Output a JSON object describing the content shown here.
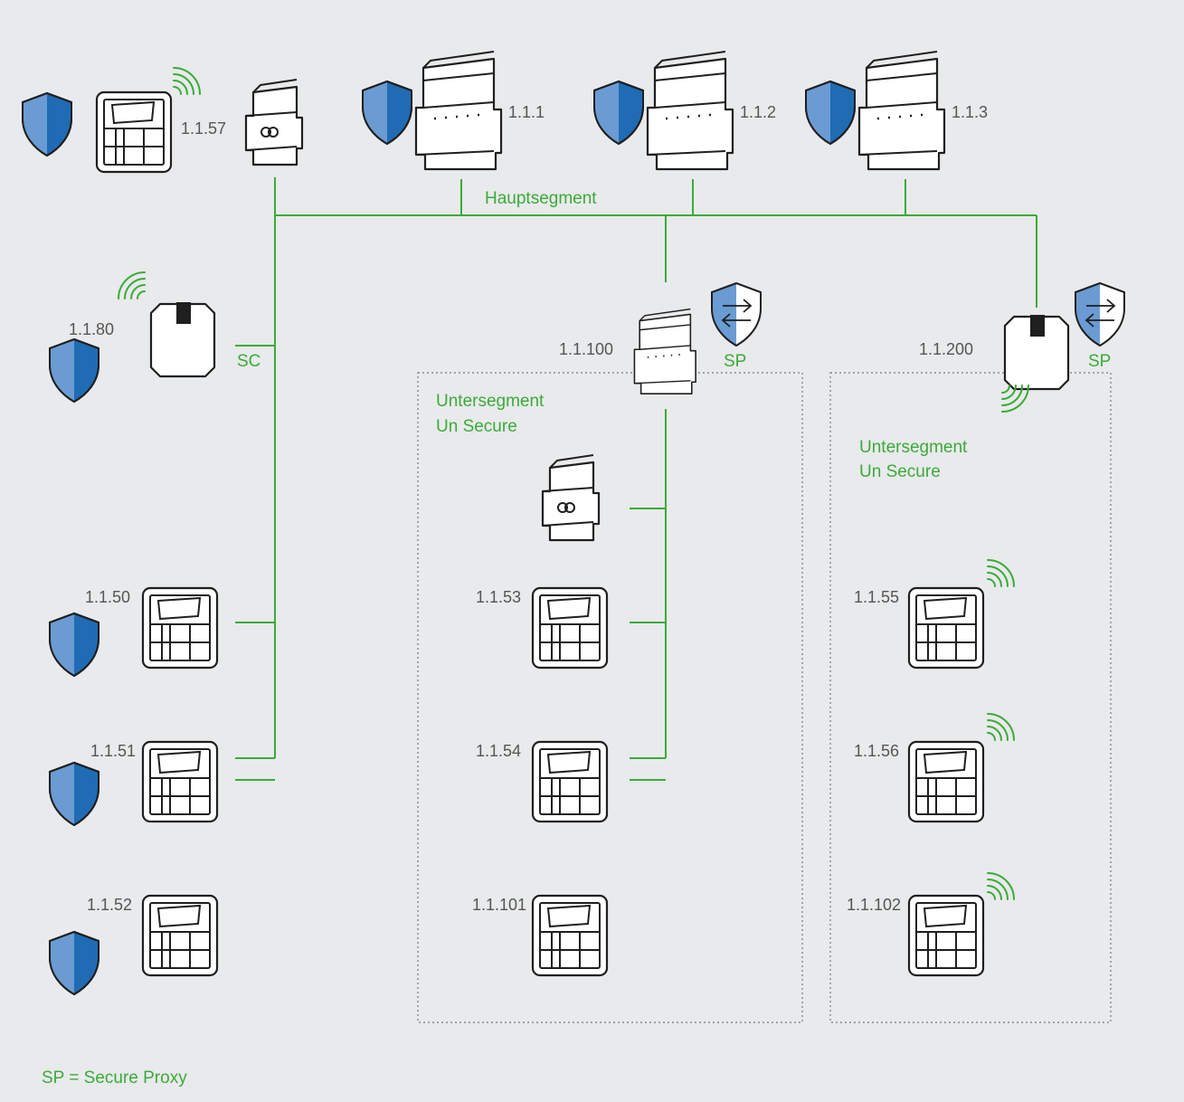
{
  "diagram": {
    "title": "",
    "main_segment_label": "Hauptsegment",
    "sc_label": "SC",
    "subsegment_1": {
      "line1": "Untersegment",
      "line2": "Un Secure"
    },
    "subsegment_2": {
      "line1": "Untersegment",
      "line2": "Un Secure"
    },
    "sp_label_1": "SP",
    "sp_label_2": "SP",
    "legend": "SP = Secure Proxy",
    "devices": {
      "d1157": "1.1.57",
      "d111": "1.1.1",
      "d112": "1.1.2",
      "d113": "1.1.3",
      "d1180": "1.1.80",
      "d11100": "1.1.100",
      "d11200": "1.1.200",
      "d1150": "1.1.50",
      "d1151": "1.1.51",
      "d1152": "1.1.52",
      "d1153": "1.1.53",
      "d1154": "1.1.54",
      "d11101": "1.1.101",
      "d1155": "1.1.55",
      "d1156": "1.1.56",
      "d11102": "1.1.102"
    },
    "colors": {
      "background": "#e9eaeb",
      "bus": "#3aab3a",
      "shield_light": "#6a9bd3",
      "shield_dark": "#1f6cb4"
    },
    "icons": [
      "shield-icon",
      "proxy-shield-icon",
      "wireless-icon",
      "din-rail-device-icon",
      "push-button-panel-icon",
      "flush-actuator-icon",
      "coupler-icon"
    ]
  }
}
